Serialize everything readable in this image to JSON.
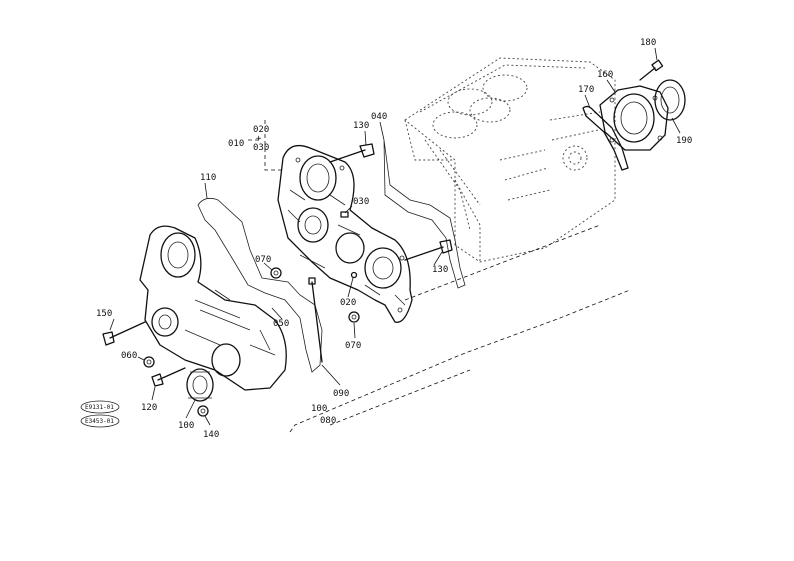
{
  "diagram": {
    "callouts": {
      "c180": "180",
      "c160": "160",
      "c170": "170",
      "c190": "190",
      "c040": "040",
      "c130a": "130",
      "c010": "010",
      "c020a": "020",
      "c030a": "030",
      "c030b": "030",
      "c110": "110",
      "c070a": "070",
      "c130b": "130",
      "c150": "150",
      "c050": "050",
      "c020b": "020",
      "c070b": "070",
      "c060": "060",
      "c120": "120",
      "c090": "090",
      "c100a": "100",
      "c100b": "100",
      "c080": "080",
      "c140": "140"
    },
    "stamps": {
      "stamp1": "E9131-01",
      "stamp2": "E3453-01"
    }
  }
}
